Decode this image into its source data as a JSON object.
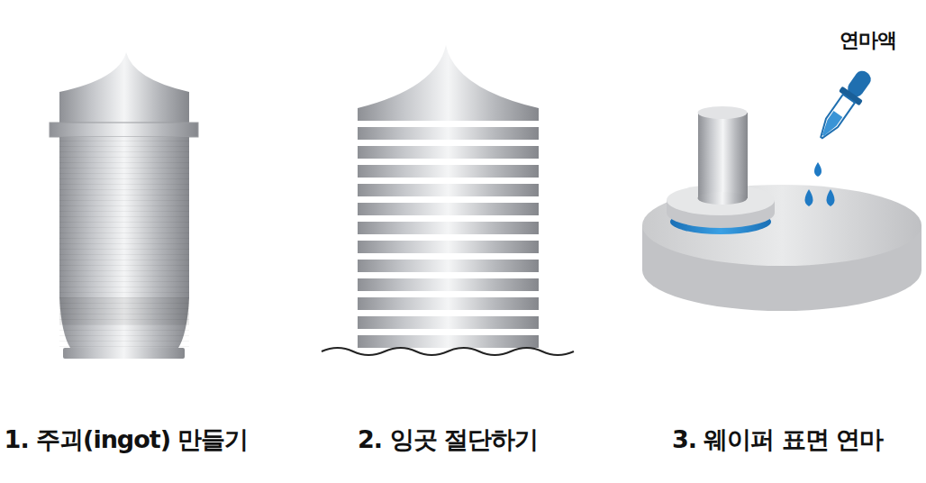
{
  "diagram": {
    "labels": [
      "연마액",
      "1. 주괴(ingot) 만들기",
      "2. 잉곳 절단하기",
      "3. 웨이퍼 표면 연마"
    ]
  }
}
